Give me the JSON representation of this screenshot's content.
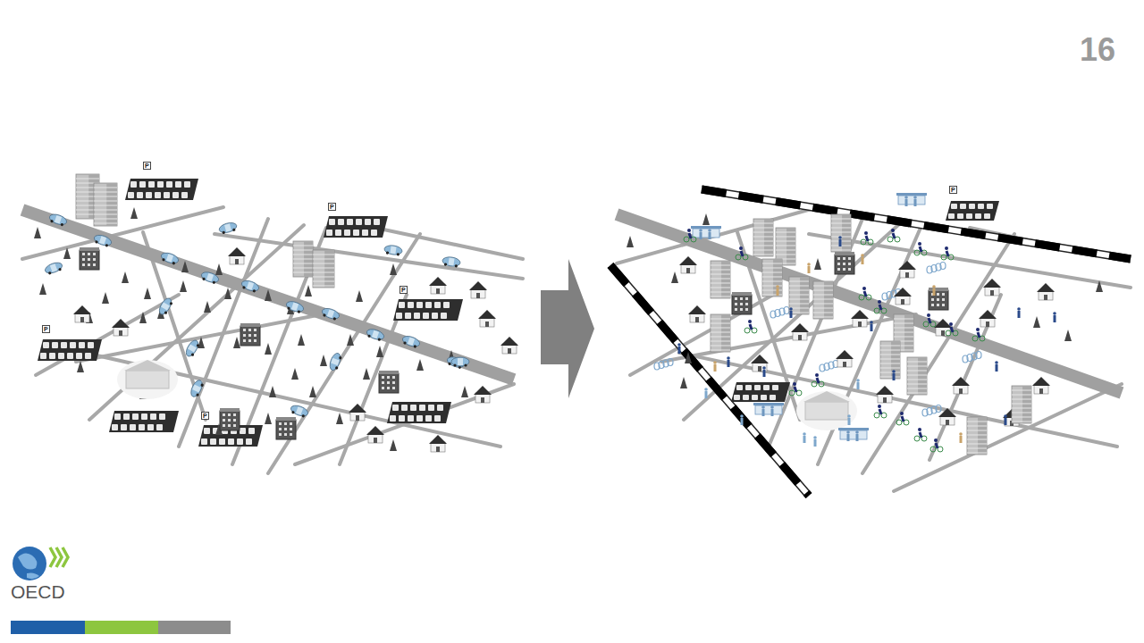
{
  "diagram": {
    "labels": [
      "16",
      "OECD",
      "P",
      "P",
      "P",
      "P",
      "P",
      "P"
    ]
  }
}
